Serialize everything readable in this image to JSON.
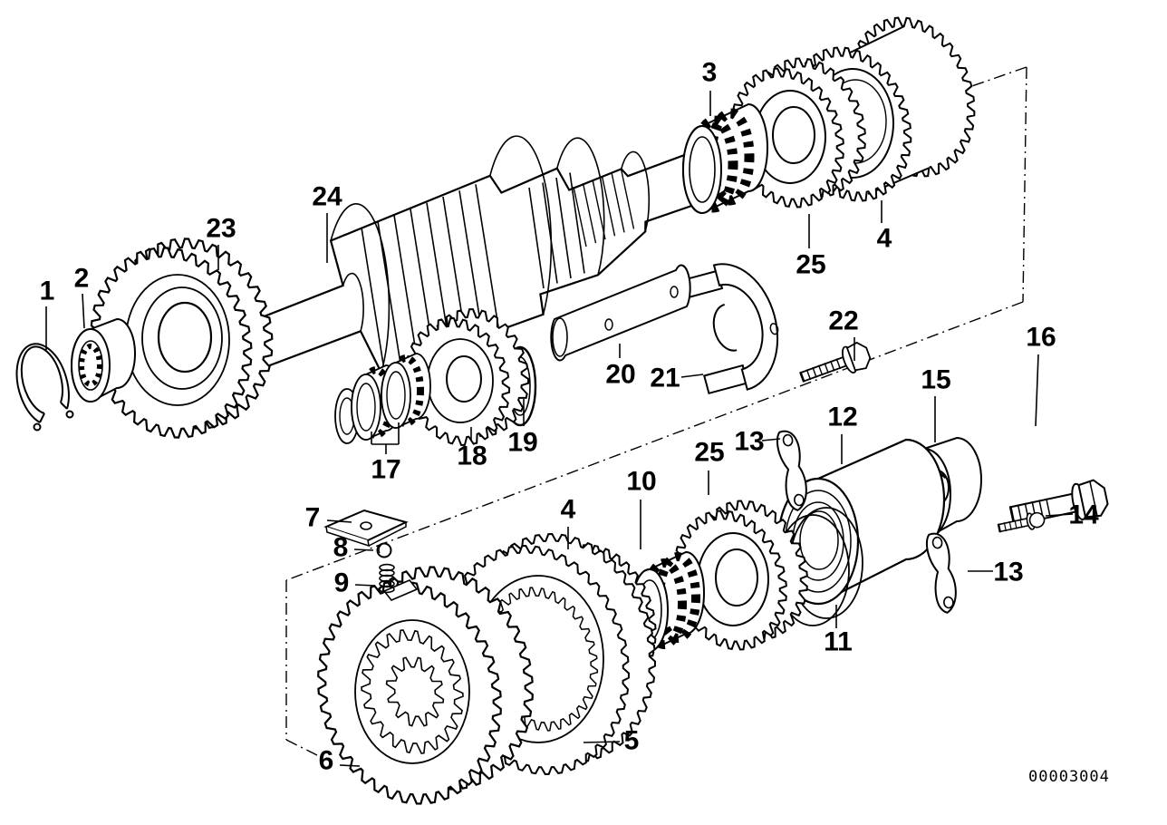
{
  "diagram": {
    "doc_number": "00003004",
    "colors": {
      "line": "#000000",
      "background": "#ffffff"
    },
    "callouts": [
      {
        "text": "1"
      },
      {
        "text": "2"
      },
      {
        "text": "23"
      },
      {
        "text": "24"
      },
      {
        "text": "3"
      },
      {
        "text": "25"
      },
      {
        "text": "4"
      },
      {
        "text": "17"
      },
      {
        "text": "18"
      },
      {
        "text": "19"
      },
      {
        "text": "20"
      },
      {
        "text": "21"
      },
      {
        "text": "22"
      },
      {
        "text": "16"
      },
      {
        "text": "15"
      },
      {
        "text": "12"
      },
      {
        "text": "13"
      },
      {
        "text": "14"
      },
      {
        "text": "13"
      },
      {
        "text": "11"
      },
      {
        "text": "10"
      },
      {
        "text": "25"
      },
      {
        "text": "4"
      },
      {
        "text": "7"
      },
      {
        "text": "8"
      },
      {
        "text": "9"
      },
      {
        "text": "6"
      },
      {
        "text": "5"
      }
    ]
  }
}
